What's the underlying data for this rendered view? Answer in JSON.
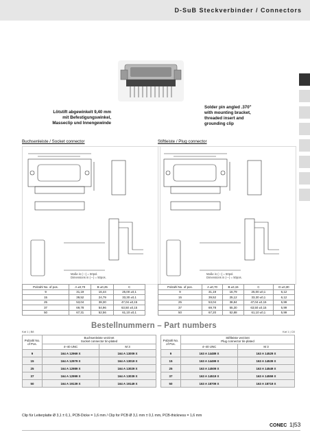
{
  "header": {
    "title": "D-SuB Steckverbinder / Connectors"
  },
  "captions": {
    "left_lines": [
      "Lötstift abgewinkelt 9,40 mm",
      "mit Befestigungswinkel,",
      "Masseclip und Innengewinde"
    ],
    "right_lines": [
      "Solder pin angled .370\"",
      "with mounting bracket,",
      "threaded insert and",
      "grounding clip"
    ]
  },
  "sections": {
    "socket": "Buchsenleiste / Socket connector",
    "plug": "Stiftleiste / Plug connector"
  },
  "drawing_notes": {
    "socket": [
      "Maße in (---) = 50pol.",
      "Dimensions in (---) = 50pos."
    ],
    "plug": [
      "Maße in (---) = 50pol.",
      "Dimensions in (---) = 50pos."
    ]
  },
  "dim_table_socket": {
    "headers": [
      "Polzahl No. of pos.",
      "A ±0,70",
      "B ±0,25",
      "C"
    ],
    "rows": [
      [
        "9",
        "31,19",
        "16,44",
        "25,00 ±0,1"
      ],
      [
        "15",
        "39,52",
        "24,79",
        "33,30 ±0,1"
      ],
      [
        "25",
        "53,04",
        "38,30",
        "47,04 ±0,15"
      ],
      [
        "37",
        "69,78",
        "54,96",
        "63,50 ±0,15"
      ],
      [
        "50",
        "67,31",
        "52,56",
        "61,10 ±0,1"
      ]
    ]
  },
  "dim_table_plug": {
    "headers": [
      "Polzahl No. of pos.",
      "A ±0,70",
      "B ±0,15",
      "C",
      "D ±0,30"
    ],
    "rows": [
      [
        "9",
        "31,19",
        "16,79",
        "25,00 ±0,1",
        "6,12"
      ],
      [
        "15",
        "39,52",
        "25,12",
        "33,30 ±0,1",
        "6,12"
      ],
      [
        "25",
        "53,04",
        "38,84",
        "47,04 ±0,15",
        "5,99"
      ],
      [
        "37",
        "69,78",
        "55,30",
        "63,50 ±0,15",
        "5,99"
      ],
      [
        "50",
        "67,20",
        "52,88",
        "61,10 ±0,1",
        "5,99"
      ]
    ]
  },
  "order": {
    "title": "Bestellnummern – Part numbers",
    "kat_left": "Kat 1 | B8",
    "kat_right": "Kat 1 | C8",
    "left": {
      "col1": "Polzahl No. of Pos.",
      "desc1": "Buchsenleiste verzinnt",
      "desc2": "Socket connector tin-plated",
      "sub1": "4–40 UNC",
      "sub2": "M 3",
      "rows": [
        [
          "9",
          "164 A 12969 X",
          "164 A 13009 X"
        ],
        [
          "15",
          "164 A 12979 X",
          "164 A 13019 X"
        ],
        [
          "25",
          "164 A 12989 X",
          "164 A 13029 X"
        ],
        [
          "37",
          "164 A 12999 X",
          "164 A 13039 X"
        ],
        [
          "50",
          "164 A 19139 X",
          "164 A 19149 X"
        ]
      ]
    },
    "right": {
      "col1": "Polzahl No. of Pos.",
      "desc1": "Stiftleiste verzinnt",
      "desc2": "Plug connector tin-plated",
      "sub1": "4–40 UNC",
      "sub2": "M 3",
      "rows": [
        [
          "9",
          "163 A 14489 X",
          "163 A 14529 X"
        ],
        [
          "15",
          "163 A 14499 X",
          "163 A 14539 X"
        ],
        [
          "25",
          "163 A 14509 X",
          "163 A 14549 X"
        ],
        [
          "37",
          "163 A 14519 X",
          "163 A 14559 X"
        ],
        [
          "50",
          "163 A 18709 X",
          "163 A 18719 X"
        ]
      ]
    }
  },
  "footnote": "Clip für Leiterplatte Ø 3,1 ± 0,1, PCB-Dicke = 1,6 mm / Clip for PCB Ø 3,1 mm ± 0,1 mm, PCB-thickness = 1,6 mm",
  "footer": {
    "brand": "CONEC",
    "page": "1|53"
  }
}
